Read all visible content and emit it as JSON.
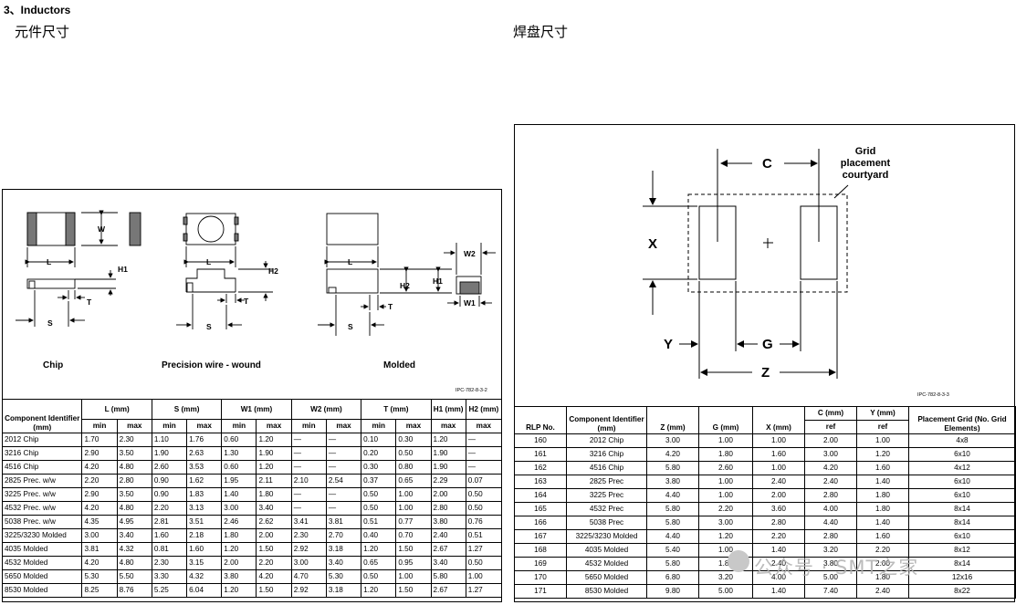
{
  "heading": "3、Inductors",
  "left_subtitle": "元件尺寸",
  "right_subtitle": "焊盘尺寸",
  "left_drawing": {
    "chip_label": "Chip",
    "precision_label": "Precision wire - wound",
    "molded_label": "Molded",
    "dims": {
      "W": "W",
      "L": "L",
      "H1": "H1",
      "H2": "H2",
      "T": "T",
      "S": "S",
      "W1": "W1",
      "W2": "W2"
    },
    "ref": "IPC-782-8-3-2"
  },
  "right_drawing": {
    "grid_label_1": "Grid",
    "grid_label_2": "placement",
    "grid_label_3": "courtyard",
    "dims": {
      "C": "C",
      "X": "X",
      "Y": "Y",
      "G": "G",
      "Z": "Z"
    },
    "ref": "IPC-782-8-3-3"
  },
  "left_table": {
    "header1": [
      "Component Identifier (mm)",
      "L (mm)",
      "S (mm)",
      "W1 (mm)",
      "W2 (mm)",
      "T (mm)",
      "H1 (mm)",
      "H2 (mm)"
    ],
    "header2": [
      "min",
      "max",
      "min",
      "max",
      "min",
      "max",
      "min",
      "max",
      "min",
      "max",
      "max",
      "max"
    ],
    "rows": [
      [
        "2012 Chip",
        "1.70",
        "2.30",
        "1.10",
        "1.76",
        "0.60",
        "1.20",
        "—",
        "—",
        "0.10",
        "0.30",
        "1.20",
        "—"
      ],
      [
        "3216 Chip",
        "2.90",
        "3.50",
        "1.90",
        "2.63",
        "1.30",
        "1.90",
        "—",
        "—",
        "0.20",
        "0.50",
        "1.90",
        "—"
      ],
      [
        "4516 Chip",
        "4.20",
        "4.80",
        "2.60",
        "3.53",
        "0.60",
        "1.20",
        "—",
        "—",
        "0.30",
        "0.80",
        "1.90",
        "—"
      ],
      [
        "2825 Prec. w/w",
        "2.20",
        "2.80",
        "0.90",
        "1.62",
        "1.95",
        "2.11",
        "2.10",
        "2.54",
        "0.37",
        "0.65",
        "2.29",
        "0.07"
      ],
      [
        "3225 Prec. w/w",
        "2.90",
        "3.50",
        "0.90",
        "1.83",
        "1.40",
        "1.80",
        "—",
        "—",
        "0.50",
        "1.00",
        "2.00",
        "0.50"
      ],
      [
        "4532 Prec. w/w",
        "4.20",
        "4.80",
        "2.20",
        "3.13",
        "3.00",
        "3.40",
        "—",
        "—",
        "0.50",
        "1.00",
        "2.80",
        "0.50"
      ],
      [
        "5038 Prec. w/w",
        "4.35",
        "4.95",
        "2.81",
        "3.51",
        "2.46",
        "2.62",
        "3.41",
        "3.81",
        "0.51",
        "0.77",
        "3.80",
        "0.76"
      ],
      [
        "3225/3230 Molded",
        "3.00",
        "3.40",
        "1.60",
        "2.18",
        "1.80",
        "2.00",
        "2.30",
        "2.70",
        "0.40",
        "0.70",
        "2.40",
        "0.51"
      ],
      [
        "4035 Molded",
        "3.81",
        "4.32",
        "0.81",
        "1.60",
        "1.20",
        "1.50",
        "2.92",
        "3.18",
        "1.20",
        "1.50",
        "2.67",
        "1.27"
      ],
      [
        "4532 Molded",
        "4.20",
        "4.80",
        "2.30",
        "3.15",
        "2.00",
        "2.20",
        "3.00",
        "3.40",
        "0.65",
        "0.95",
        "3.40",
        "0.50"
      ],
      [
        "5650 Molded",
        "5.30",
        "5.50",
        "3.30",
        "4.32",
        "3.80",
        "4.20",
        "4.70",
        "5.30",
        "0.50",
        "1.00",
        "5.80",
        "1.00"
      ],
      [
        "8530 Molded",
        "8.25",
        "8.76",
        "5.25",
        "6.04",
        "1.20",
        "1.50",
        "2.92",
        "3.18",
        "1.20",
        "1.50",
        "2.67",
        "1.27"
      ]
    ]
  },
  "right_table": {
    "header1": [
      "RLP No.",
      "Component Identifier (mm)",
      "Z (mm)",
      "G (mm)",
      "X (mm)",
      "C (mm)",
      "Y (mm)",
      "Placement Grid (No. Grid Elements)"
    ],
    "header2": [
      "ref",
      "ref"
    ],
    "rows": [
      [
        "160",
        "2012 Chip",
        "3.00",
        "1.00",
        "1.00",
        "2.00",
        "1.00",
        "4x8"
      ],
      [
        "161",
        "3216 Chip",
        "4.20",
        "1.80",
        "1.60",
        "3.00",
        "1.20",
        "6x10"
      ],
      [
        "162",
        "4516 Chip",
        "5.80",
        "2.60",
        "1.00",
        "4.20",
        "1.60",
        "4x12"
      ],
      [
        "163",
        "2825 Prec",
        "3.80",
        "1.00",
        "2.40",
        "2.40",
        "1.40",
        "6x10"
      ],
      [
        "164",
        "3225 Prec",
        "4.40",
        "1.00",
        "2.00",
        "2.80",
        "1.80",
        "6x10"
      ],
      [
        "165",
        "4532 Prec",
        "5.80",
        "2.20",
        "3.60",
        "4.00",
        "1.80",
        "8x14"
      ],
      [
        "166",
        "5038 Prec",
        "5.80",
        "3.00",
        "2.80",
        "4.40",
        "1.40",
        "8x14"
      ],
      [
        "167",
        "3225/3230 Molded",
        "4.40",
        "1.20",
        "2.20",
        "2.80",
        "1.60",
        "6x10"
      ],
      [
        "168",
        "4035 Molded",
        "5.40",
        "1.00",
        "1.40",
        "3.20",
        "2.20",
        "8x12"
      ],
      [
        "169",
        "4532 Molded",
        "5.80",
        "1.80",
        "2.40",
        "3.80",
        "2.00",
        "8x14"
      ],
      [
        "170",
        "5650 Molded",
        "6.80",
        "3.20",
        "4.00",
        "5.00",
        "1.80",
        "12x16"
      ],
      [
        "171",
        "8530 Molded",
        "9.80",
        "5.00",
        "1.40",
        "7.40",
        "2.40",
        "8x22"
      ]
    ]
  },
  "watermark": "公众号 · SMT之家"
}
